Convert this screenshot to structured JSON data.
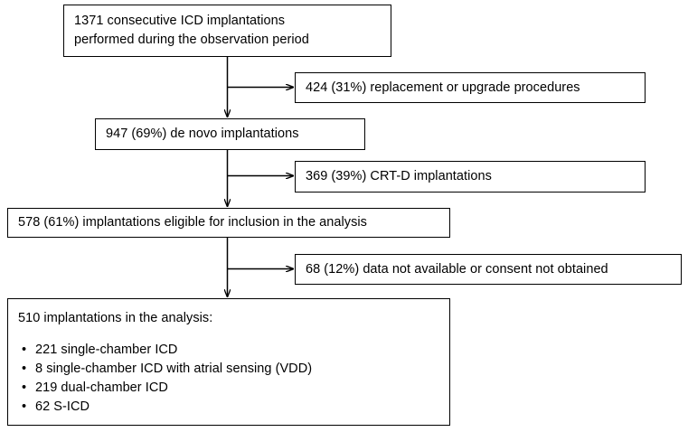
{
  "diagram": {
    "title": "ICD implantation study flow diagram",
    "stroke_color": "#000000",
    "background_color": "#ffffff",
    "nodes": {
      "total": {
        "id": "total-implantations",
        "lines": [
          "1371 consecutive ICD implantations",
          "performed during the observation period"
        ],
        "count": 1371
      },
      "replacement": {
        "id": "replacement-upgrade",
        "text": "424 (31%) replacement or upgrade procedures",
        "count": 424,
        "percent": "31%"
      },
      "denovo": {
        "id": "de-novo-implantations",
        "text": "947 (69%) de novo implantations",
        "count": 947,
        "percent": "69%"
      },
      "crtd": {
        "id": "crt-d-implantations",
        "text": "369 (39%) CRT-D implantations",
        "count": 369,
        "percent": "39%"
      },
      "eligible": {
        "id": "eligible-for-inclusion",
        "text": "578 (61%) implantations eligible for inclusion in the analysis",
        "count": 578,
        "percent": "61%"
      },
      "nodata": {
        "id": "no-data-or-consent",
        "text": "68 (12%) data not available or consent not obtained",
        "count": 68,
        "percent": "12%"
      },
      "analysis": {
        "id": "final-analysis-set",
        "heading": "510 implantations in the analysis:",
        "count": 510,
        "bullet_char": "•",
        "items": [
          "221 single-chamber ICD",
          "8 single-chamber ICD with atrial sensing (VDD)",
          "219 dual-chamber ICD",
          "62 S-ICD"
        ],
        "item_counts": [
          221,
          8,
          219,
          62
        ]
      }
    },
    "edges": [
      {
        "id": "edge-total-to-denovo",
        "from": "total",
        "to": "denovo",
        "kind": "vertical"
      },
      {
        "id": "edge-total-to-replacement",
        "from": "total",
        "to": "replacement",
        "kind": "branch-right"
      },
      {
        "id": "edge-denovo-to-eligible",
        "from": "denovo",
        "to": "eligible",
        "kind": "vertical"
      },
      {
        "id": "edge-denovo-to-crtd",
        "from": "denovo",
        "to": "crtd",
        "kind": "branch-right"
      },
      {
        "id": "edge-eligible-to-analysis",
        "from": "eligible",
        "to": "analysis",
        "kind": "vertical"
      },
      {
        "id": "edge-eligible-to-nodata",
        "from": "eligible",
        "to": "nodata",
        "kind": "branch-right"
      }
    ]
  }
}
